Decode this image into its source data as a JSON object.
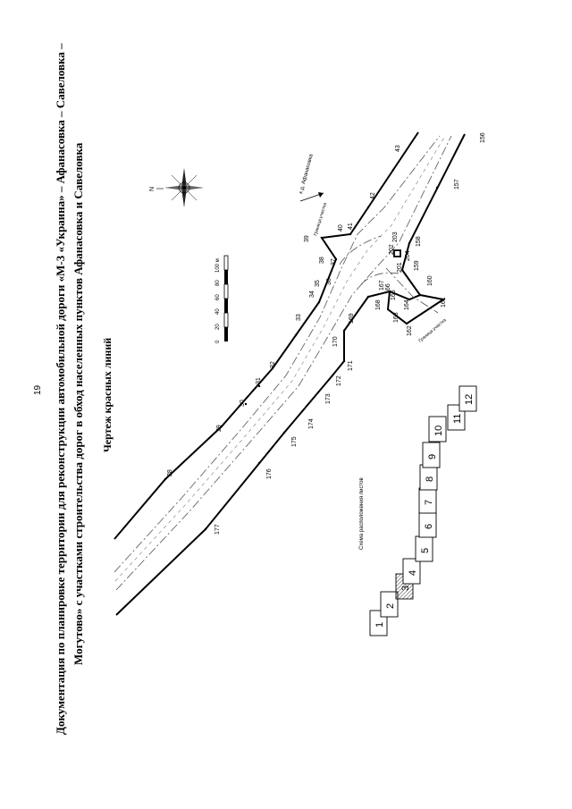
{
  "page_number": "19",
  "title": {
    "line1": "Документация по планировке территории для реконструкции автомобильной дороги «М-3 «Украина» – Афанасовка – Савеловка –",
    "line2": "Могутово» с участками строительства дорог в обход населенных пунктов Афанасовка и Савеловка"
  },
  "drawing_title": "Чертеж красных линий",
  "road_direction": "к д. Афанасовка",
  "north_label": "N",
  "boundary_labels": [
    "Граница участка",
    "Граница участка"
  ],
  "scale": {
    "ticks": [
      "0",
      "20",
      "40",
      "60",
      "80",
      "100 м"
    ]
  },
  "points": [
    "28",
    "29",
    "30",
    "31",
    "32",
    "33",
    "34",
    "35",
    "36",
    "37",
    "38",
    "39",
    "40",
    "41",
    "42",
    "43",
    "156",
    "157",
    "158",
    "159",
    "160",
    "161",
    "162",
    "163",
    "164",
    "165",
    "166",
    "167",
    "168",
    "169",
    "170",
    "171",
    "172",
    "173",
    "174",
    "175",
    "176",
    "177",
    "201",
    "202",
    "203",
    "204"
  ],
  "sheet_scheme": {
    "title": "Схема расположения листов",
    "sheets": [
      "1",
      "2",
      "3",
      "4",
      "5",
      "6",
      "7",
      "8",
      "9",
      "10",
      "11",
      "12"
    ],
    "current_sheet": "3"
  }
}
